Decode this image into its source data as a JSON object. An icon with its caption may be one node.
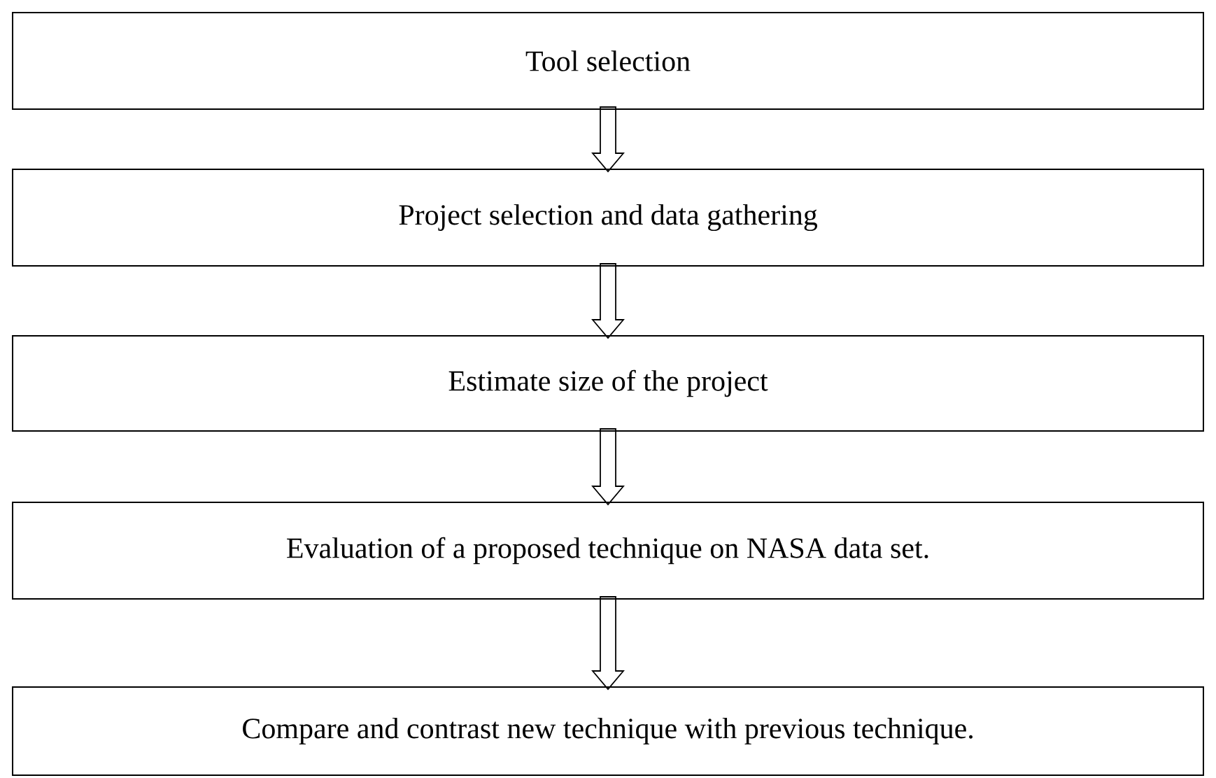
{
  "diagram": {
    "nodes": [
      {
        "text": [
          "Tool selection"
        ]
      },
      {
        "text": [
          "Project selection and data gathering"
        ]
      },
      {
        "text": [
          "Estimate size of the project"
        ]
      },
      {
        "text": [
          "Evaluation of a proposed technique on NASA data set."
        ]
      },
      {
        "text": [
          "Compare and contrast new technique with previous technique."
        ]
      }
    ],
    "edges": [
      {
        "from": 0,
        "to": 1,
        "arrow": "to"
      },
      {
        "from": 1,
        "to": 2,
        "arrow": "to"
      },
      {
        "from": 2,
        "to": 3,
        "arrow": "to"
      },
      {
        "from": 3,
        "to": 4,
        "arrow": "to"
      }
    ]
  }
}
